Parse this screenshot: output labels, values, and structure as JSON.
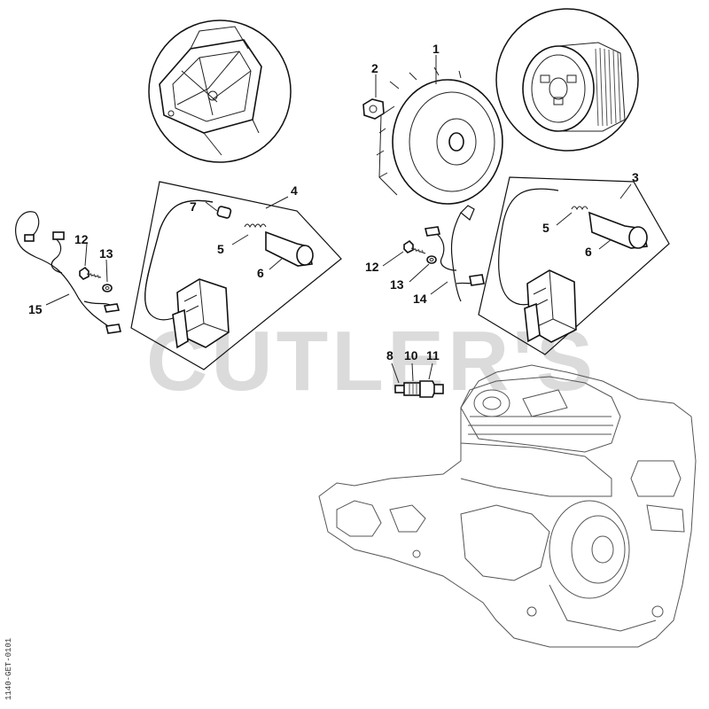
{
  "watermark": "CUTLER'S",
  "reference_code": "1140-GET-0101",
  "callouts": {
    "c1": "1",
    "c2": "2",
    "c3": "3",
    "c4": "4",
    "c5a": "5",
    "c5b": "5",
    "c6a": "6",
    "c6b": "6",
    "c7": "7",
    "c8": "8",
    "c10": "10",
    "c11": "11",
    "c12a": "12",
    "c12b": "12",
    "c13a": "13",
    "c13b": "13",
    "c14": "14",
    "c15": "15"
  },
  "icons": {
    "air_filter_detail": "air-filter-inset-icon",
    "fan_wheel_detail": "flywheel-filter-inset-icon",
    "flywheel": "flywheel-icon",
    "ignition_module": "ignition-module-icon",
    "spark_plug": "spark-plug-icon",
    "engine_housing": "engine-housing-icon"
  }
}
